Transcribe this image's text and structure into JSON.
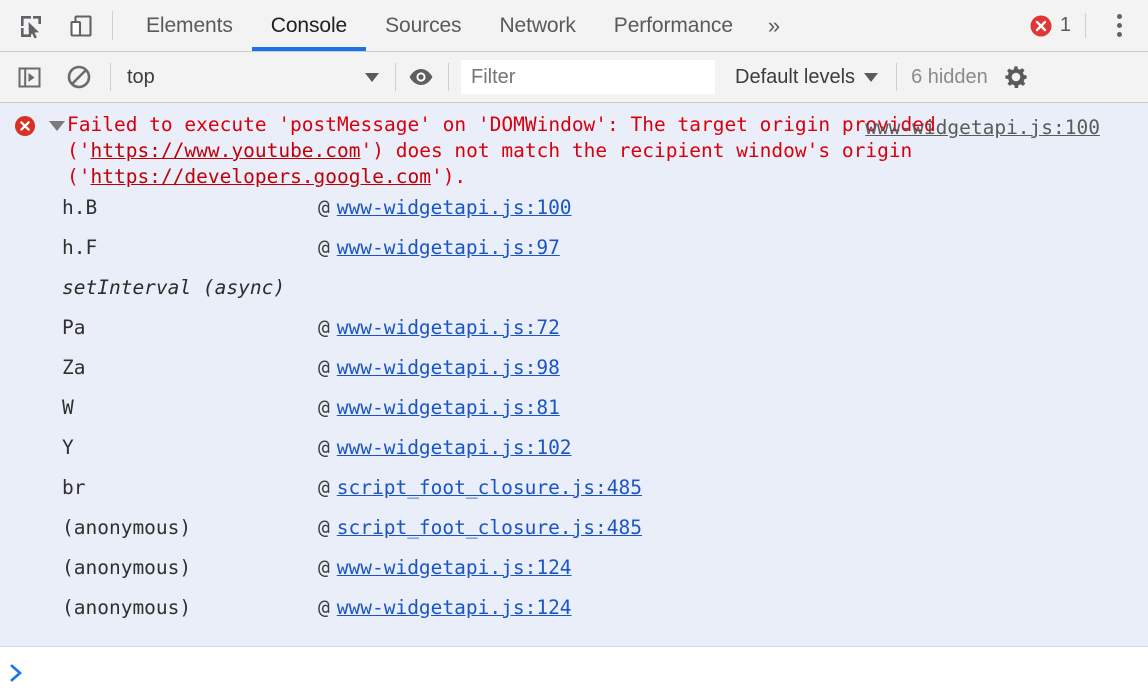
{
  "tabbar": {
    "inspect_icon": "inspect-element-icon",
    "device_icon": "device-toolbar-icon",
    "tabs": [
      {
        "label": "Elements",
        "active": false
      },
      {
        "label": "Console",
        "active": true
      },
      {
        "label": "Sources",
        "active": false
      },
      {
        "label": "Network",
        "active": false
      },
      {
        "label": "Performance",
        "active": false
      }
    ],
    "more_tabs_label": "»",
    "error_count": "1",
    "menu_icon": "kebab-menu-icon"
  },
  "console_toolbar": {
    "sidebar_icon": "show-console-sidebar-icon",
    "clear_icon": "clear-console-icon",
    "context_label": "top",
    "filter_placeholder": "Filter",
    "filter_value": "",
    "eye_icon": "live-expression-eye-icon",
    "levels_label": "Default levels",
    "hidden_label": "6 hidden",
    "settings_icon": "gear-icon"
  },
  "message": {
    "icon": "error-circle-icon",
    "disclosure": "expanded-triangle-icon",
    "text_part1": "Failed to execute 'postMessage' on 'DOMWindow': The target origin provided ('",
    "url1": "https://www.youtube.com",
    "text_part2": "') does not match the recipient window's origin ('",
    "url2": "https://developers.google.com",
    "text_part3": "').",
    "source": "www-widgetapi.js:100",
    "frames": [
      {
        "name": "h.B",
        "at": "@",
        "link": "www-widgetapi.js:100",
        "async": false
      },
      {
        "name": "h.F",
        "at": "@",
        "link": "www-widgetapi.js:97",
        "async": false
      },
      {
        "name": "setInterval (async)",
        "at": "",
        "link": "",
        "async": true
      },
      {
        "name": "Pa",
        "at": "@",
        "link": "www-widgetapi.js:72",
        "async": false
      },
      {
        "name": "Za",
        "at": "@",
        "link": "www-widgetapi.js:98",
        "async": false
      },
      {
        "name": "W",
        "at": "@",
        "link": "www-widgetapi.js:81",
        "async": false
      },
      {
        "name": "Y",
        "at": "@",
        "link": "www-widgetapi.js:102",
        "async": false
      },
      {
        "name": "br",
        "at": "@",
        "link": "script_foot_closure.js:485",
        "async": false
      },
      {
        "name": "(anonymous)",
        "at": "@",
        "link": "script_foot_closure.js:485",
        "async": false
      },
      {
        "name": "(anonymous)",
        "at": "@",
        "link": "www-widgetapi.js:124",
        "async": false
      },
      {
        "name": "(anonymous)",
        "at": "@",
        "link": "www-widgetapi.js:124",
        "async": false
      }
    ]
  },
  "prompt": {
    "chevron": ">",
    "value": "",
    "placeholder": ""
  },
  "colors": {
    "accent": "#1a73e8",
    "error_red": "#d8000c",
    "error_badge": "#e13636",
    "link_blue": "#1a55c8",
    "message_bg": "#e9eef9",
    "toolbar_bg": "#f3f3f3"
  }
}
